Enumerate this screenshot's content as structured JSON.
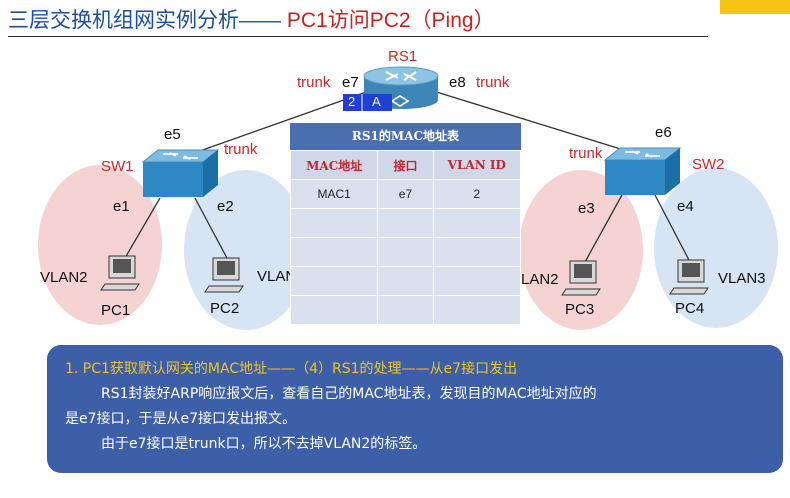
{
  "title": {
    "main": "三层交换机组网实例分析——",
    "sub": "PC1访问PC2（Ping）"
  },
  "router": {
    "name": "RS1",
    "port_left": "e7",
    "port_right": "e8",
    "trunk_left": "trunk",
    "trunk_right": "trunk",
    "tag_vlan": "2",
    "tag_letter": "A"
  },
  "sw1": {
    "name": "SW1",
    "uplink_port": "e5",
    "uplink_trunk": "trunk",
    "port_pc1": "e1",
    "port_pc2": "e2"
  },
  "sw2": {
    "name": "SW2",
    "uplink_port": "e6",
    "uplink_trunk": "trunk",
    "port_pc3": "e3",
    "port_pc4": "e4"
  },
  "pcs": {
    "pc1": "PC1",
    "pc2": "PC2",
    "pc3": "PC3",
    "pc4": "PC4"
  },
  "vlans": {
    "pc1": "VLAN2",
    "pc2": "VLAN",
    "pc3": "LAN2",
    "pc4": "VLAN3"
  },
  "mac_table": {
    "title": "RS1的MAC地址表",
    "headers": [
      "MAC地址",
      "接口",
      "VLAN ID"
    ],
    "rows": [
      [
        "MAC1",
        "e7",
        "2"
      ],
      [
        "",
        "",
        ""
      ],
      [
        "",
        "",
        ""
      ],
      [
        "",
        "",
        ""
      ],
      [
        "",
        "",
        ""
      ]
    ]
  },
  "info": {
    "line1": "1.  PC1获取默认网关的MAC地址——（4）RS1的处理——从e7接口发出",
    "line2": "RS1封装好ARP响应报文后，查看自己的MAC地址表，发现目的MAC地址对应的",
    "line3": "是e7接口，于是从e7接口发出报文。",
    "line4": "由于e7接口是trunk口，所以不去掉VLAN2的标签。"
  },
  "colors": {
    "title_blue": "#1a4f9c",
    "title_red": "#cc1f1f",
    "label_red": "#d12727",
    "panel_blue": "#3d5fa8",
    "highlight_yellow": "#f2c418",
    "vlan2_pink": "#f6d3d3",
    "vlan3_blue": "#d6e4f4"
  }
}
